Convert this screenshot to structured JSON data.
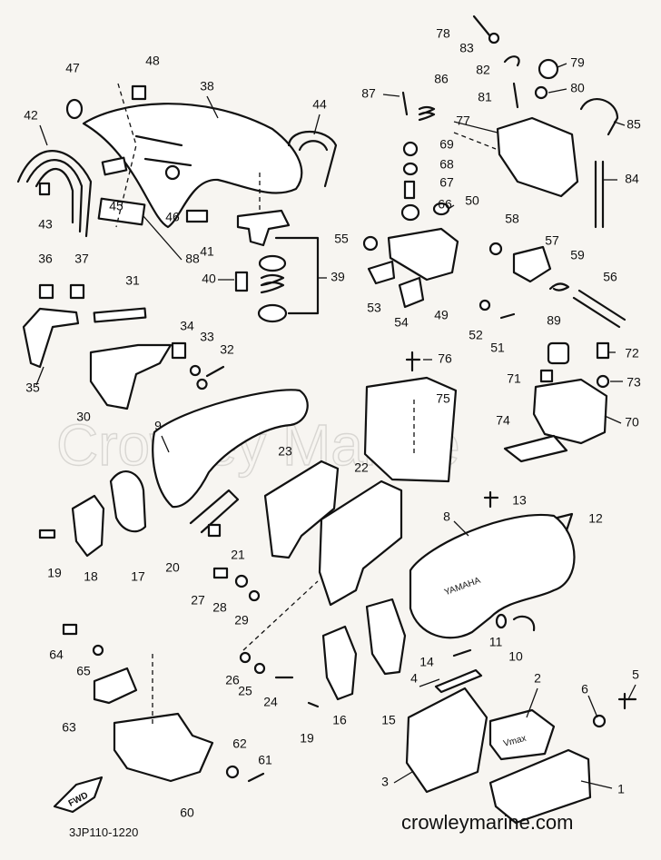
{
  "watermark": "Crowley Marine",
  "diagram_code": "3JP110-1220",
  "website": "crowleymarine.com",
  "fwd_label": "FWD",
  "brand_marks": [
    "YAMAHA",
    "Vmax"
  ],
  "part_numbers": [
    "1",
    "2",
    "3",
    "4",
    "5",
    "6",
    "8",
    "9",
    "10",
    "11",
    "12",
    "13",
    "14",
    "15",
    "16",
    "17",
    "18",
    "19",
    "19",
    "20",
    "21",
    "22",
    "23",
    "24",
    "25",
    "26",
    "27",
    "28",
    "29",
    "30",
    "31",
    "32",
    "33",
    "34",
    "35",
    "36",
    "37",
    "38",
    "39",
    "40",
    "41",
    "42",
    "43",
    "44",
    "45",
    "46",
    "47",
    "48",
    "49",
    "50",
    "51",
    "52",
    "53",
    "54",
    "55",
    "56",
    "57",
    "58",
    "59",
    "60",
    "61",
    "62",
    "63",
    "64",
    "65",
    "66",
    "67",
    "68",
    "69",
    "70",
    "71",
    "72",
    "73",
    "74",
    "75",
    "76",
    "77",
    "78",
    "79",
    "80",
    "81",
    "82",
    "83",
    "84",
    "85",
    "86",
    "87",
    "88",
    "89"
  ]
}
